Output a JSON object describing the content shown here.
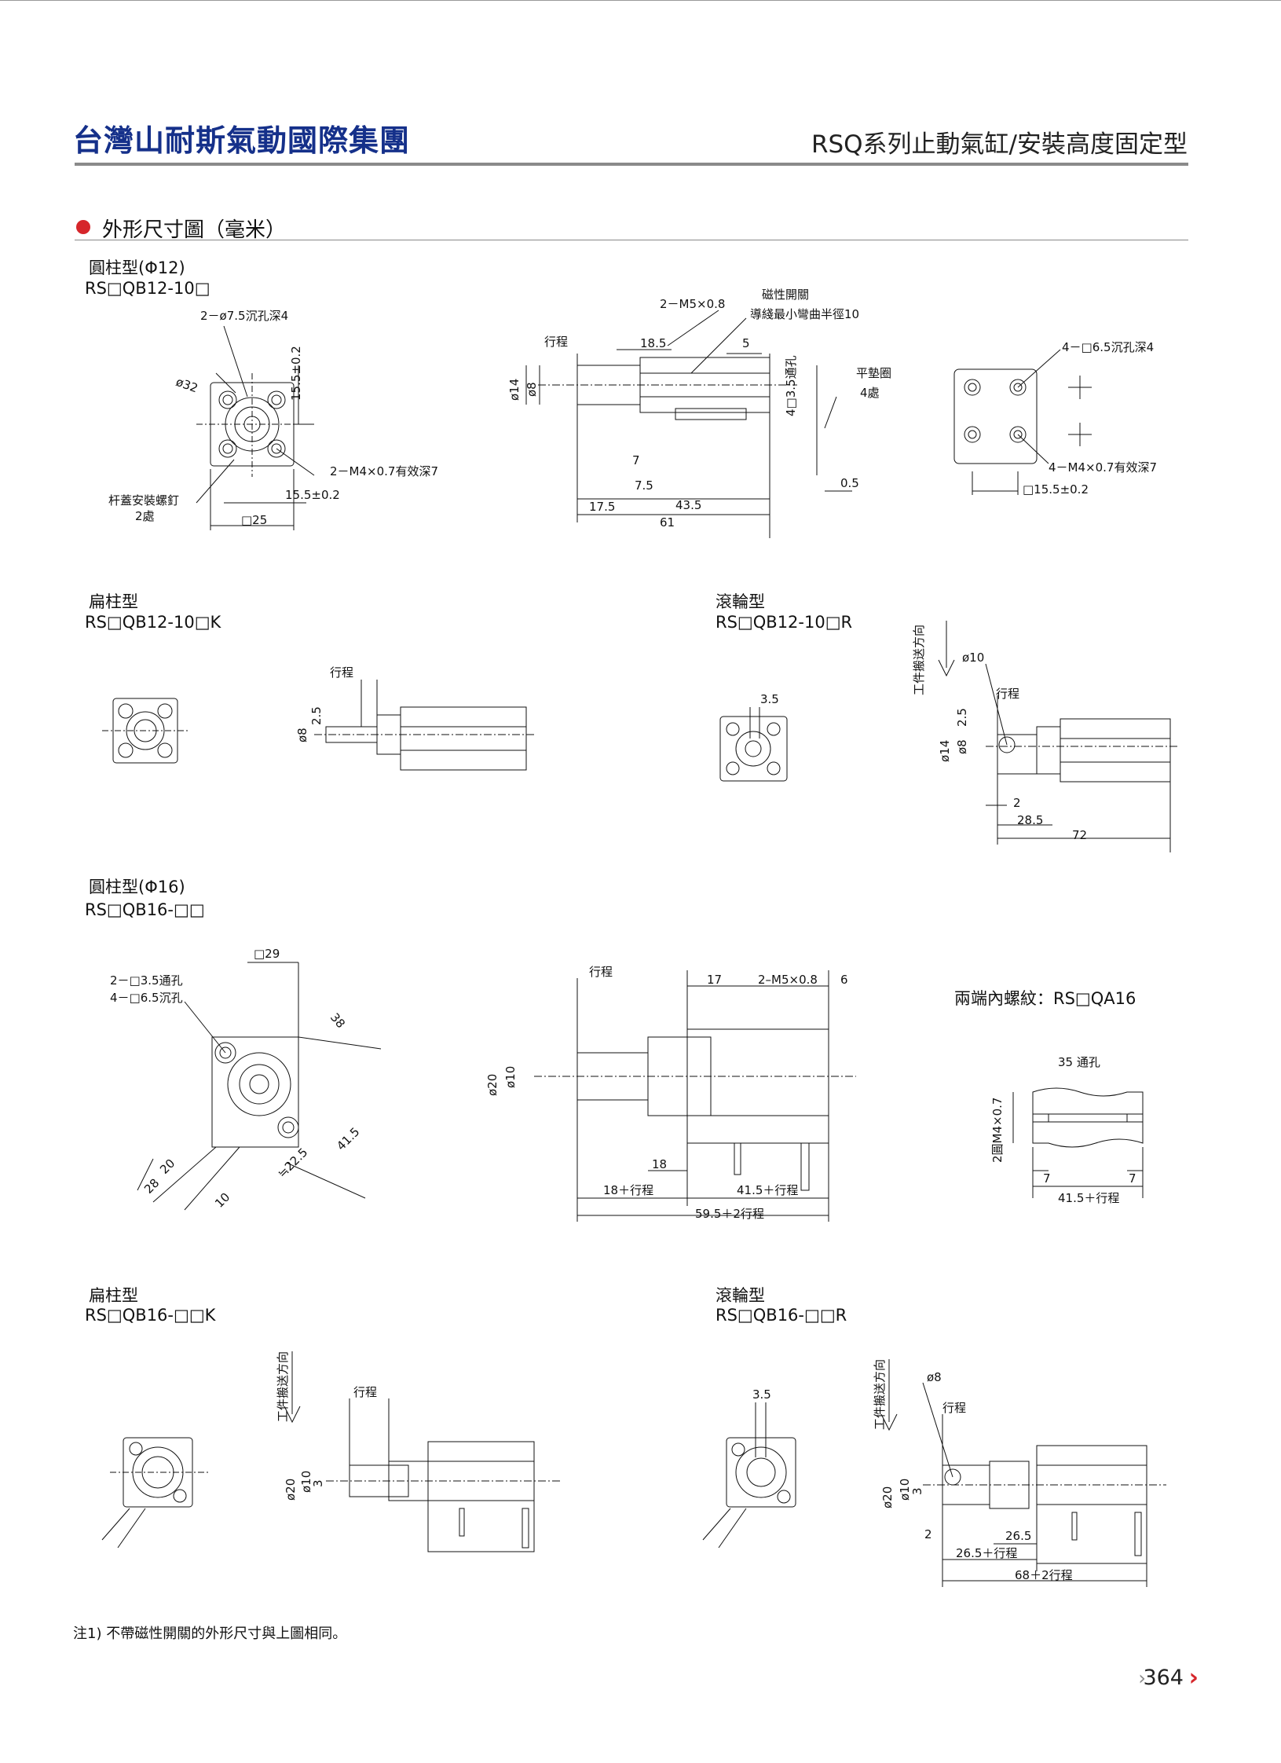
{
  "header": {
    "company": "台灣山耐斯氣動國際集團",
    "series_title": "RSQ系列止動氣缸/安裝高度固定型"
  },
  "section": {
    "title": "外形尺寸圖（毫米）"
  },
  "blocks": {
    "b1": {
      "type": "圓柱型(Φ12)",
      "model": "RS□QB12-10□"
    },
    "b2": {
      "type": "扁柱型",
      "model": "RS□QB12-10□K"
    },
    "b3": {
      "type": "滾輪型",
      "model": "RS□QB12-10□R"
    },
    "b4": {
      "type": "圓柱型(Φ16)",
      "model": "RS□QB16-□□"
    },
    "b5": {
      "type": "扁柱型",
      "model": "RS□QB16-□□K"
    },
    "b6": {
      "type": "滾輪型",
      "model": "RS□QB16-□□R"
    }
  },
  "dims": {
    "d1": {
      "counterbore": "2－ø7.5沉孔深4",
      "dia32": "ø32",
      "h155": "15.5±0.2",
      "m4": "2－M4×0.7有效深7",
      "w155": "15.5±0.2",
      "rod_screw": "杆蓋安裝螺釘",
      "qty": "2處",
      "sq25": "□25"
    },
    "d2": {
      "stroke": "行程",
      "m5": "2－M5×0.8",
      "switch": "磁性開關",
      "bend": "導綫最小彎曲半徑10",
      "d185": "18.5",
      "d5": "5",
      "thru": "4□3.5通孔",
      "washer": "平墊圈",
      "washer_qty": "4處",
      "d14": "ø14",
      "d8": "ø8",
      "d7": "7",
      "d75": "7.5",
      "d175": "17.5",
      "d435": "43.5",
      "d61": "61",
      "d05": "0.5"
    },
    "d3": {
      "cb": "4－□6.5沉孔深4",
      "m4": "4－M4×0.7有效深7",
      "sq": "□15.5±0.2"
    },
    "d4": {
      "stroke": "行程",
      "d8": "ø8",
      "d25": "2.5"
    },
    "d5": {
      "d35": "3.5"
    },
    "d6": {
      "feed": "工件搬送方向",
      "d10": "ø10",
      "stroke": "行程",
      "d14": "ø14",
      "d8": "ø8",
      "d25": "2.5",
      "d2": "2",
      "d285": "28.5",
      "d72": "72"
    },
    "d7": {
      "sq29": "□29",
      "thru": "2－□3.5通孔",
      "cb": "4－□6.5沉孔",
      "d38": "38",
      "d415": "41.5",
      "d225": "≒22.5",
      "d20": "20",
      "d28": "28",
      "d10": "10"
    },
    "d8": {
      "stroke": "行程",
      "d17": "17",
      "m5": "2–M5×0.8",
      "d6": "6",
      "d20": "ø20",
      "d10": "ø10",
      "d18": "18",
      "s18": "18＋行程",
      "s415": "41.5＋行程",
      "s595": "59.5＋2行程"
    },
    "d9": {
      "title": "兩端內螺紋：RS□QA16",
      "thru": "35 通孔",
      "m4": "2圓M4×0.7",
      "d7a": "7",
      "d7b": "7",
      "s415": "41.5＋行程"
    },
    "d10": {
      "feed": "工件搬送方向",
      "stroke": "行程",
      "d20": "ø20",
      "d10": "ø10",
      "d3": "3"
    },
    "d11": {
      "d35": "3.5"
    },
    "d12": {
      "feed": "工件搬送方向",
      "d8": "ø8",
      "stroke": "行程",
      "d20": "ø20",
      "d10": "ø10",
      "d3": "3",
      "d2": "2",
      "d265": "26.5",
      "s265": "26.5＋行程",
      "s68": "68＋2行程"
    }
  },
  "note": "注1) 不帶磁性開關的外形尺寸與上圖相同。",
  "page_number": "364",
  "colors": {
    "brand": "#15308a",
    "accent": "#d6262b"
  }
}
